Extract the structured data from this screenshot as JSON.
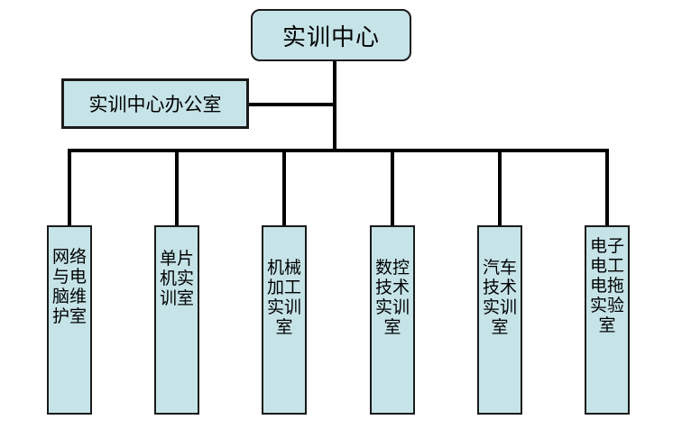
{
  "org_chart": {
    "root": {
      "label": "实训中心"
    },
    "office": {
      "label": "实训中心办公室"
    },
    "labs": [
      {
        "label": "网络与电脑维护室"
      },
      {
        "label": "单片机实训室"
      },
      {
        "label": "机械加工实训室"
      },
      {
        "label": "数控技术实训室"
      },
      {
        "label": "汽车技术实训室"
      },
      {
        "label": "电子电工电拖实验室"
      }
    ]
  },
  "colors": {
    "box_fill": "#c6e4e8",
    "box_border": "#1a1a1a",
    "connector": "#000000"
  }
}
